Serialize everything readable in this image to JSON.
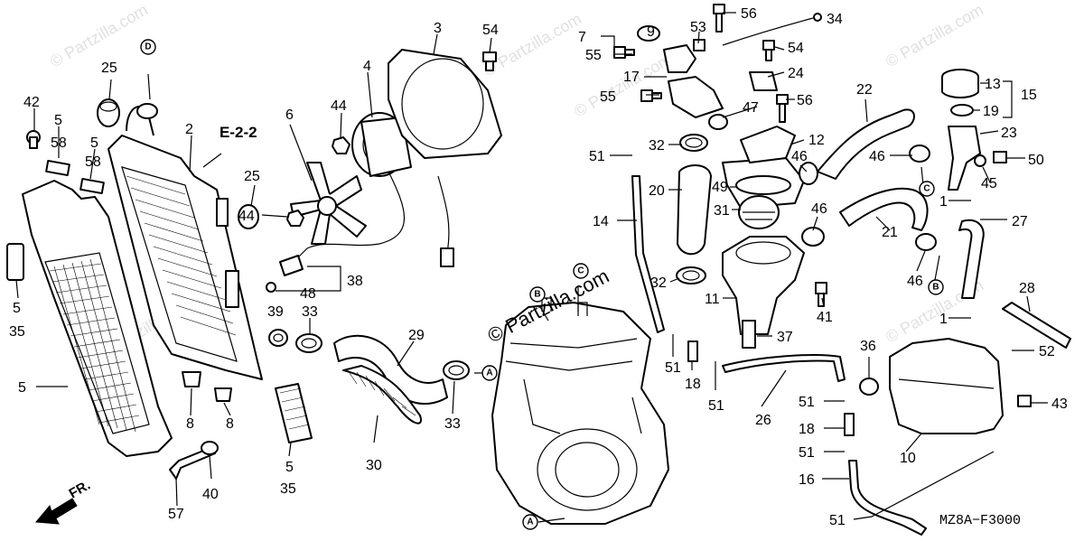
{
  "diagram": {
    "code": "MZ8A−F3000",
    "reference": "E-2-2",
    "direction_label": "FR.",
    "watermark": "© Partzilla.com",
    "center_watermark": "© Partzilla.com"
  },
  "callouts": [
    {
      "id": "c42",
      "text": "42"
    },
    {
      "id": "c5a",
      "text": "5"
    },
    {
      "id": "c58a",
      "text": "58"
    },
    {
      "id": "c5b",
      "text": "5"
    },
    {
      "id": "c58b",
      "text": "58"
    },
    {
      "id": "c25a",
      "text": "25"
    },
    {
      "id": "cD",
      "text": "D"
    },
    {
      "id": "c2",
      "text": "2"
    },
    {
      "id": "c25b",
      "text": "25"
    },
    {
      "id": "c44a",
      "text": "44"
    },
    {
      "id": "c6",
      "text": "6"
    },
    {
      "id": "c44b",
      "text": "44"
    },
    {
      "id": "c4",
      "text": "4"
    },
    {
      "id": "c3",
      "text": "3"
    },
    {
      "id": "c54a",
      "text": "54"
    },
    {
      "id": "c38",
      "text": "38"
    },
    {
      "id": "c48",
      "text": "48"
    },
    {
      "id": "c39",
      "text": "39"
    },
    {
      "id": "c33a",
      "text": "33"
    },
    {
      "id": "c29",
      "text": "29"
    },
    {
      "id": "c33b",
      "text": "33"
    },
    {
      "id": "c30",
      "text": "30"
    },
    {
      "id": "c5c",
      "text": "5"
    },
    {
      "id": "c35a",
      "text": "35"
    },
    {
      "id": "c5d",
      "text": "5"
    },
    {
      "id": "c35b",
      "text": "35"
    },
    {
      "id": "c5e",
      "text": "5"
    },
    {
      "id": "c8a",
      "text": "8"
    },
    {
      "id": "c8b",
      "text": "8"
    },
    {
      "id": "c40",
      "text": "40"
    },
    {
      "id": "c57",
      "text": "57"
    },
    {
      "id": "c9",
      "text": "9"
    },
    {
      "id": "c7",
      "text": "7"
    },
    {
      "id": "c55a",
      "text": "55"
    },
    {
      "id": "c53",
      "text": "53"
    },
    {
      "id": "c56a",
      "text": "56"
    },
    {
      "id": "c34",
      "text": "34"
    },
    {
      "id": "c54b",
      "text": "54"
    },
    {
      "id": "c17",
      "text": "17"
    },
    {
      "id": "c24",
      "text": "24"
    },
    {
      "id": "c55b",
      "text": "55"
    },
    {
      "id": "c56b",
      "text": "56"
    },
    {
      "id": "c47",
      "text": "47"
    },
    {
      "id": "c32a",
      "text": "32"
    },
    {
      "id": "c12",
      "text": "12"
    },
    {
      "id": "c51a",
      "text": "51"
    },
    {
      "id": "c46a",
      "text": "46"
    },
    {
      "id": "c20",
      "text": "20"
    },
    {
      "id": "c49",
      "text": "49"
    },
    {
      "id": "c14",
      "text": "14"
    },
    {
      "id": "c31",
      "text": "31"
    },
    {
      "id": "c46b",
      "text": "46"
    },
    {
      "id": "c32b",
      "text": "32"
    },
    {
      "id": "c11",
      "text": "11"
    },
    {
      "id": "c41",
      "text": "41"
    },
    {
      "id": "c37",
      "text": "37"
    },
    {
      "id": "c51b",
      "text": "51"
    },
    {
      "id": "c18a",
      "text": "18"
    },
    {
      "id": "c51c",
      "text": "51"
    },
    {
      "id": "c26",
      "text": "26"
    },
    {
      "id": "c22",
      "text": "22"
    },
    {
      "id": "c46c",
      "text": "46"
    },
    {
      "id": "c21",
      "text": "21"
    },
    {
      "id": "c46d",
      "text": "46"
    },
    {
      "id": "c13",
      "text": "13"
    },
    {
      "id": "c15",
      "text": "15"
    },
    {
      "id": "c19",
      "text": "19"
    },
    {
      "id": "c23",
      "text": "23"
    },
    {
      "id": "c50",
      "text": "50"
    },
    {
      "id": "c45",
      "text": "45"
    },
    {
      "id": "c1a",
      "text": "1"
    },
    {
      "id": "c27",
      "text": "27"
    },
    {
      "id": "c28",
      "text": "28"
    },
    {
      "id": "c1b",
      "text": "1"
    },
    {
      "id": "c52",
      "text": "52"
    },
    {
      "id": "c36",
      "text": "36"
    },
    {
      "id": "c43",
      "text": "43"
    },
    {
      "id": "c51d",
      "text": "51"
    },
    {
      "id": "c18b",
      "text": "18"
    },
    {
      "id": "c51e",
      "text": "51"
    },
    {
      "id": "c10",
      "text": "10"
    },
    {
      "id": "c16",
      "text": "16"
    },
    {
      "id": "c51f",
      "text": "51"
    }
  ],
  "markers": {
    "A": "A",
    "B": "B",
    "C": "C",
    "D": "D"
  }
}
